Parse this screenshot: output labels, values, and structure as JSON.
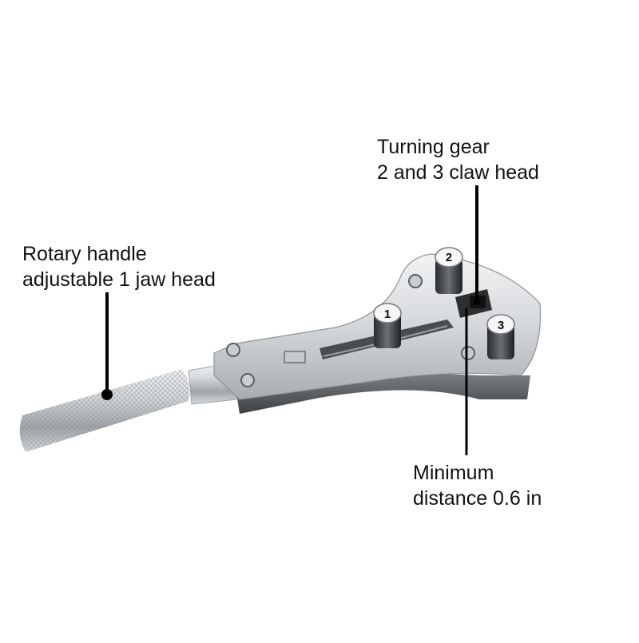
{
  "labels": {
    "turning_gear": {
      "line1": "Turning gear",
      "line2": "2 and 3 claw head"
    },
    "rotary_handle": {
      "line1": "Rotary handle",
      "line2": "adjustable 1 jaw head"
    },
    "minimum_distance": {
      "line1": "Minimum",
      "line2": "distance 0.6 in"
    }
  },
  "claw_numbers": {
    "claw1": "1",
    "claw2": "2",
    "claw3": "3"
  },
  "colors": {
    "background": "#ffffff",
    "text": "#111111",
    "callout_line": "#000000",
    "steel_light": "#e6e8ea",
    "steel_mid": "#b9bdc1",
    "steel_dark": "#5a5e62"
  }
}
